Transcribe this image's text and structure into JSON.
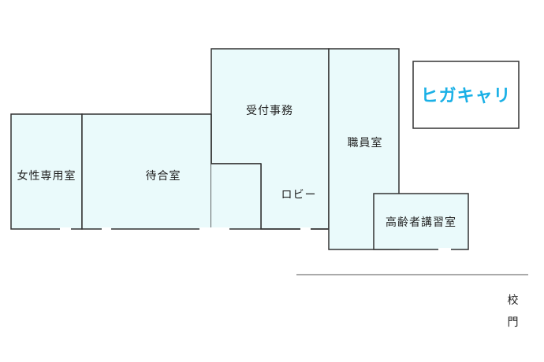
{
  "logo": {
    "text": "ヒガキャリ",
    "color": "#1ab0e6"
  },
  "rooms": {
    "womens_room": "女性専用室",
    "waiting_room": "待合室",
    "reception": "受付事務",
    "lobby": "ロビー",
    "staff_room": "職員室",
    "seniors_room": "高齢者講習室"
  },
  "gate": {
    "line1": "校",
    "line2": "門"
  },
  "colors": {
    "room_fill": "#eafafb",
    "wall": "#333333",
    "road": "#777777"
  }
}
